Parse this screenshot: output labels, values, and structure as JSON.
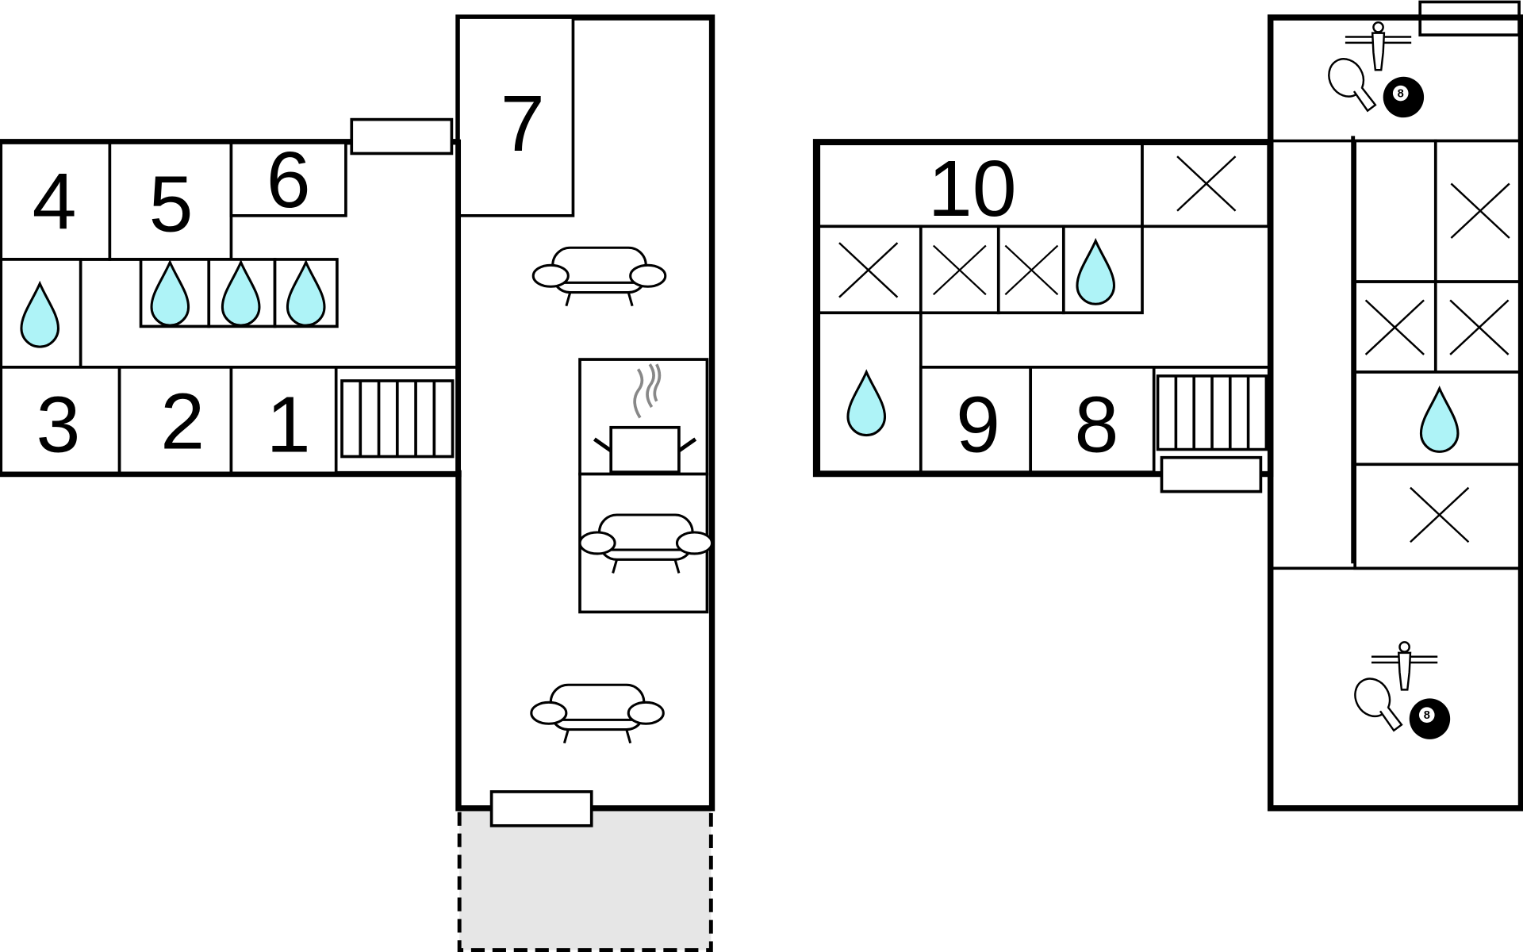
{
  "title": "Floor plan",
  "rooms": {
    "r1": "1",
    "r2": "2",
    "r3": "3",
    "r4": "4",
    "r5": "5",
    "r6": "6",
    "r7": "7",
    "r8": "8",
    "r9": "9",
    "r10": "10"
  },
  "icons": {
    "pool_ball": "8",
    "bathroom": "water-drop-icon",
    "bedroom_unlabeled": "cross-icon",
    "living": "sofa-icon",
    "kitchen": "cooking-pot-icon",
    "stairs": "stairs-icon",
    "games": [
      "foosball-icon",
      "table-tennis-icon",
      "billiard-ball-icon"
    ]
  },
  "colors": {
    "water": "#aef3f7",
    "terrace": "#e6e6e6",
    "steam": "#888888"
  }
}
